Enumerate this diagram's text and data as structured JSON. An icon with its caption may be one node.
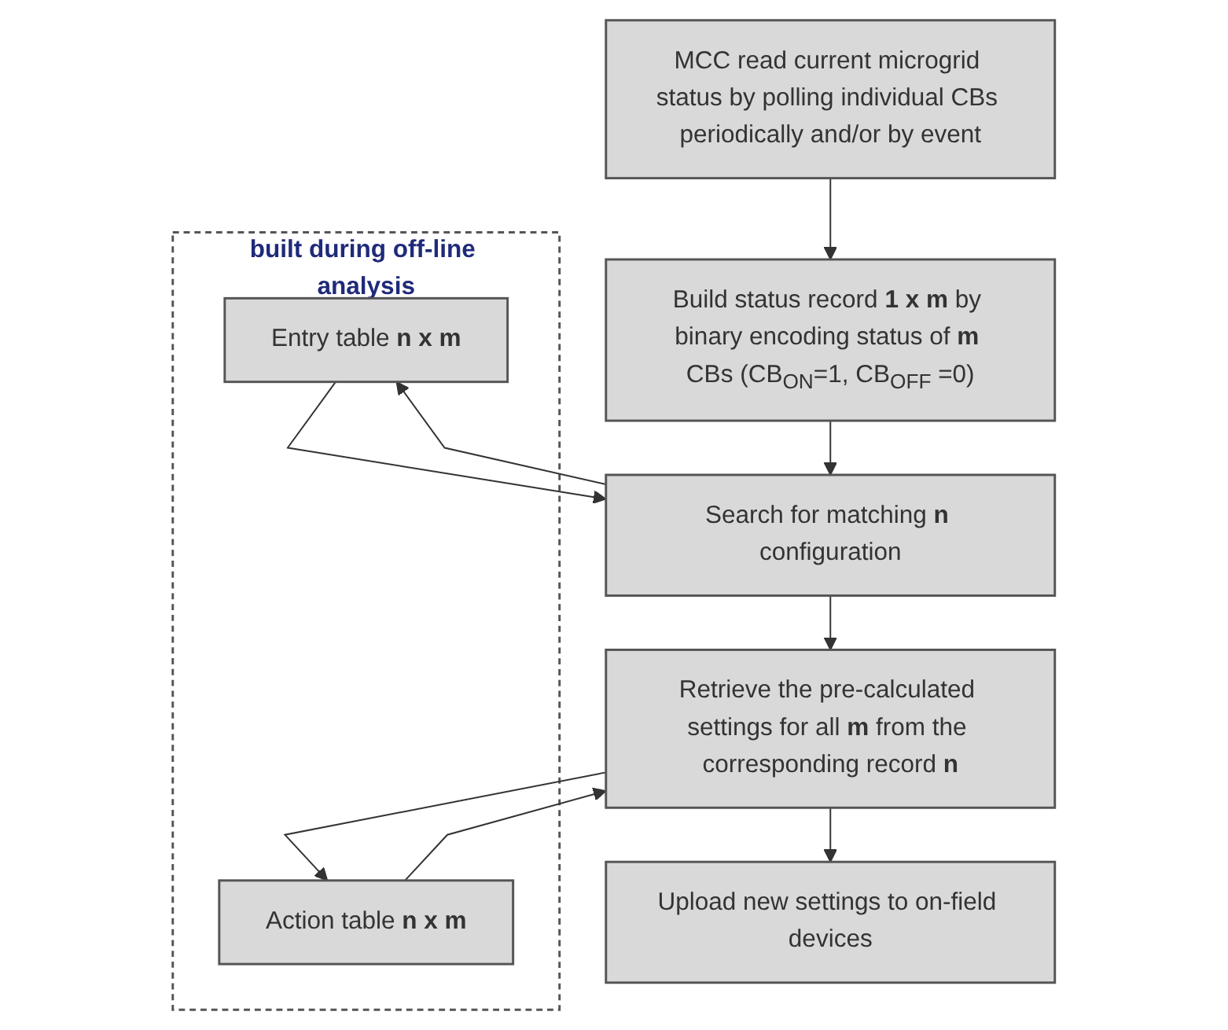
{
  "diagram": {
    "nodes": [
      {
        "text": [
          "built during off-line analysis"
        ]
      },
      {
        "text": [
          "Entry table **n x m**"
        ],
        "in": 0
      },
      {
        "text": [
          "Action table **n x m**"
        ],
        "in": 0
      },
      {
        "text": [
          "MCC read current microgrid status by polling individual CBs periodically and/or by event"
        ]
      },
      {
        "text": [
          "Build status record **1 x m** by binary encoding status of **m** CBs (CB$_{ON}$=1, CB$_{OFF}$ =0)"
        ]
      },
      {
        "text": [
          "Search for matching **n** configuration"
        ]
      },
      {
        "text": [
          "Retrieve the pre-calculated settings for all **m** from the corresponding record **n**"
        ]
      },
      {
        "text": [
          "Upload new settings to on-field devices"
        ]
      }
    ],
    "edges": [
      {
        "from": 3,
        "to": 4,
        "arrow": "to"
      },
      {
        "from": 4,
        "to": 5,
        "arrow": "to"
      },
      {
        "from": 5,
        "to": 1,
        "arrow": "to"
      },
      {
        "from": 1,
        "to": 5,
        "arrow": "to"
      },
      {
        "from": 5,
        "to": 6,
        "arrow": "to"
      },
      {
        "from": 6,
        "to": 2,
        "arrow": "to"
      },
      {
        "from": 2,
        "to": 6,
        "arrow": "to"
      },
      {
        "from": 6,
        "to": 7,
        "arrow": "to"
      }
    ]
  }
}
